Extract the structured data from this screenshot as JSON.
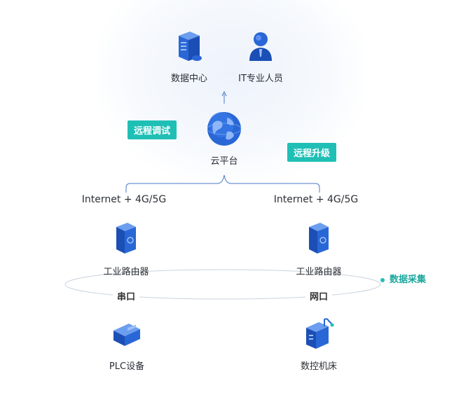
{
  "nodes": {
    "data_center": "数据中心",
    "it_staff": "IT专业人员",
    "cloud": "云平台",
    "router_left": "工业路由器",
    "router_right": "工业路由器",
    "plc": "PLC设备",
    "cnc": "数控机床"
  },
  "links": {
    "net_left": "Internet + 4G/5G",
    "net_right": "Internet + 4G/5G",
    "port_left": "串口",
    "port_right": "网口"
  },
  "tags": {
    "remote_debug": "远程调试",
    "remote_upgrade": "远程升级",
    "data_collection": "数据采集"
  },
  "colors": {
    "accent": "#1fbfb5",
    "icon_blue": "#2a67d6",
    "line_blue": "#4a78c8"
  },
  "icons": [
    "server-icon",
    "person-icon",
    "globe-icon",
    "router-icon",
    "plc-icon",
    "cnc-machine-icon"
  ]
}
